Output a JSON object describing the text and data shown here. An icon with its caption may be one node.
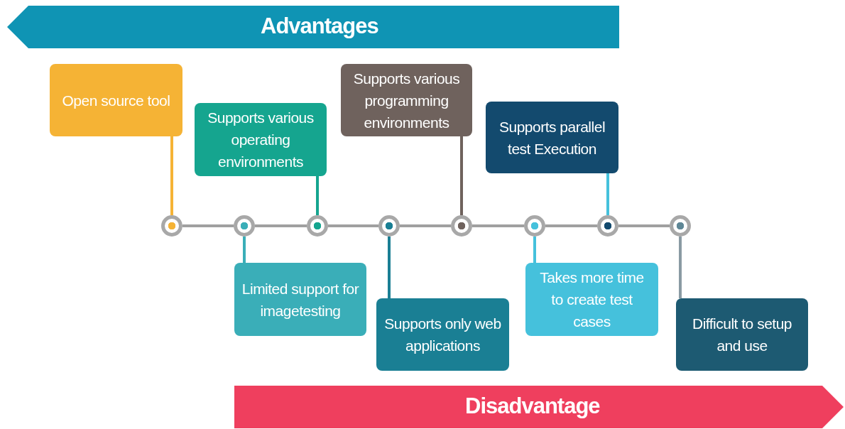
{
  "diagram": {
    "nodes": [
      {
        "text": [
          "Advantages"
        ]
      },
      {
        "text": [
          "Open source tool"
        ]
      },
      {
        "text": [
          "Supports various operating environments"
        ]
      },
      {
        "text": [
          "Supports various programming environments"
        ]
      },
      {
        "text": [
          "Supports parallel test Execution"
        ]
      },
      {
        "text": [
          "Limited support for imagetesting"
        ]
      },
      {
        "text": [
          "Supports only web applications"
        ]
      },
      {
        "text": [
          "Takes more time to create test cases"
        ]
      },
      {
        "text": [
          "Difficult to setup and use"
        ]
      },
      {
        "text": [
          "Disadvantage"
        ]
      },
      {
        "text": [],
        "shape": "circle"
      },
      {
        "text": [],
        "shape": "circle"
      },
      {
        "text": [],
        "shape": "circle"
      },
      {
        "text": [],
        "shape": "circle"
      },
      {
        "text": [],
        "shape": "circle"
      },
      {
        "text": [],
        "shape": "circle"
      },
      {
        "text": [],
        "shape": "circle"
      },
      {
        "text": [],
        "shape": "circle"
      }
    ],
    "edges": [
      {
        "from": 1,
        "to": 10,
        "arrow": "none",
        "color": "#f5b335"
      },
      {
        "from": 11,
        "to": 5,
        "arrow": "none",
        "color": "#3aaeb8"
      },
      {
        "from": 2,
        "to": 12,
        "arrow": "none",
        "color": "#15a58f"
      },
      {
        "from": 13,
        "to": 6,
        "arrow": "none",
        "color": "#1a7f94"
      },
      {
        "from": 3,
        "to": 14,
        "arrow": "none",
        "color": "#6f625d"
      },
      {
        "from": 15,
        "to": 7,
        "arrow": "none",
        "color": "#45c1dc"
      },
      {
        "from": 4,
        "to": 16,
        "arrow": "none",
        "color": "#45c1dc"
      },
      {
        "from": 17,
        "to": 8,
        "arrow": "none",
        "color": "#8a9aa3"
      },
      {
        "from": 10,
        "to": 11,
        "arrow": "none",
        "color": "#a0a0a0"
      },
      {
        "from": 11,
        "to": 12,
        "arrow": "none",
        "color": "#a0a0a0"
      },
      {
        "from": 12,
        "to": 13,
        "arrow": "none",
        "color": "#a0a0a0"
      },
      {
        "from": 13,
        "to": 14,
        "arrow": "none",
        "color": "#a0a0a0"
      },
      {
        "from": 14,
        "to": 15,
        "arrow": "none",
        "color": "#a0a0a0"
      },
      {
        "from": 15,
        "to": 16,
        "arrow": "none",
        "color": "#a0a0a0"
      },
      {
        "from": 16,
        "to": 17,
        "arrow": "none",
        "color": "#a0a0a0"
      }
    ]
  }
}
